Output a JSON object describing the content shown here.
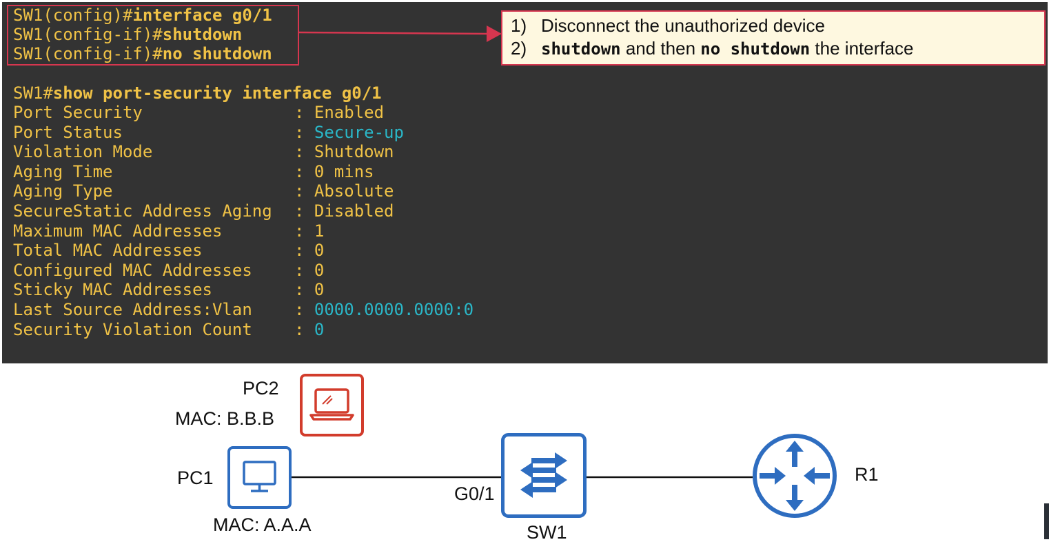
{
  "commands": {
    "line1": {
      "prompt": "SW1(config)#",
      "cmd": "interface g0/1"
    },
    "line2": {
      "prompt": "SW1(config-if)#",
      "cmd": "shutdown"
    },
    "line3": {
      "prompt": "SW1(config-if)#",
      "cmd": "no shutdown"
    }
  },
  "show_command": {
    "prompt": "SW1#",
    "cmd": "show port-security interface g0/1"
  },
  "port_security": [
    {
      "label": "Port Security",
      "sep": ": ",
      "value": "Enabled",
      "highlight": false
    },
    {
      "label": "Port Status",
      "sep": ": ",
      "value": "Secure-up",
      "highlight": true
    },
    {
      "label": "Violation Mode",
      "sep": ": ",
      "value": "Shutdown",
      "highlight": false
    },
    {
      "label": "Aging Time",
      "sep": ": ",
      "value": "0 mins",
      "highlight": false
    },
    {
      "label": "Aging Type",
      "sep": ": ",
      "value": "Absolute",
      "highlight": false
    },
    {
      "label": "SecureStatic Address Aging",
      "sep": ": ",
      "value": "Disabled",
      "highlight": false
    },
    {
      "label": "Maximum MAC Addresses",
      "sep": ": ",
      "value": "1",
      "highlight": false
    },
    {
      "label": "Total MAC Addresses",
      "sep": ": ",
      "value": "0",
      "highlight": false
    },
    {
      "label": "Configured MAC Addresses",
      "sep": ": ",
      "value": "0",
      "highlight": false
    },
    {
      "label": "Sticky MAC Addresses",
      "sep": ": ",
      "value": "0",
      "highlight": false
    },
    {
      "label": "Last Source Address:Vlan",
      "sep": ": ",
      "value": "0000.0000.0000:0",
      "highlight": true
    },
    {
      "label": "Security Violation Count",
      "sep": ": ",
      "value": "0",
      "highlight": true
    }
  ],
  "note": {
    "step1": {
      "num": "1)",
      "text": "Disconnect the unauthorized device"
    },
    "step2": {
      "num": "2)",
      "code1": "shutdown",
      "mid": " and then ",
      "code2": "no shutdown",
      "end": " the interface"
    }
  },
  "diagram": {
    "pc2": {
      "name": "PC2",
      "mac": "MAC: B.B.B"
    },
    "pc1": {
      "name": "PC1",
      "mac": "MAC: A.A.A"
    },
    "sw1": {
      "name": "SW1",
      "port": "G0/1"
    },
    "r1": {
      "name": "R1"
    }
  },
  "colors": {
    "terminal_bg": "#333333",
    "terminal_text": "#f0c246",
    "terminal_highlight": "#2ab7c8",
    "alert_red": "#d6364f",
    "device_blue": "#2e6dc0",
    "note_bg": "#fef8e0"
  },
  "icons": [
    "laptop-icon",
    "desktop-pc-icon",
    "switch-icon",
    "router-icon"
  ]
}
